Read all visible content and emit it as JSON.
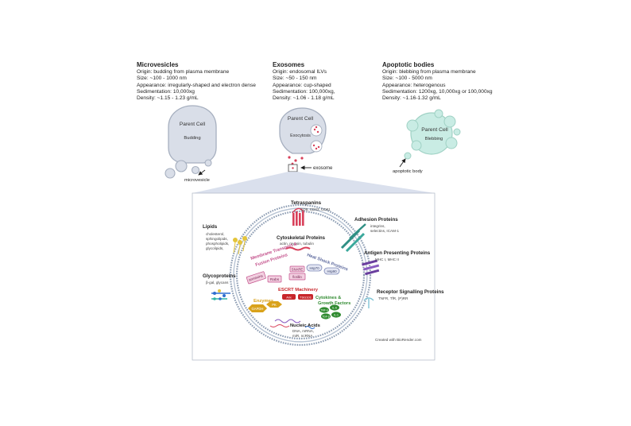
{
  "vesicle_types": [
    {
      "title": "Microvesicles",
      "lines": [
        "Origin:  budding from plasma membrane",
        "Size:  ~100 - 1000 nm",
        "Appearance: irregularly-shaped and electron dense",
        "Sedimentation:  10,000xg",
        "Density:  ~1.15 - 1.23 g/mL"
      ],
      "cell_label": "Parent Cell",
      "process_label": "Budding",
      "pointer_label": "microvesicle"
    },
    {
      "title": "Exosomes",
      "lines": [
        "Origin:  endosomal ILVs",
        "Size:  ~50 - 150 nm",
        "Appearance:  cup-shaped",
        "Sedimentation:  100,000xg,",
        "Density:  ~1.06 - 1.18 g/mL"
      ],
      "cell_label": "Parent Cell",
      "process_label": "Exocytosis",
      "pointer_label": "exosome"
    },
    {
      "title": "Apoptotic bodies",
      "lines": [
        "Origin:  blebbing from  plasma membrane",
        "Size:  ~100 - 5000 nm",
        "Appearance:  heterogenous",
        "Sedimentation:  1200xg, 10,000xg or 100,000xg",
        "Density:  ~1.16-1.32 g/mL"
      ],
      "cell_label": "Parent Cell",
      "process_label": "Blebbing",
      "pointer_label": "apoptotic body"
    }
  ],
  "exosome_detail": {
    "tetraspanins": {
      "title": "Tetraspanins",
      "desc": "CD9, CD63, CD81"
    },
    "adhesion": {
      "title": "Adhesion Proteins",
      "desc": [
        "integrins,",
        "selectins, ICAM-1"
      ]
    },
    "lipids": {
      "title": "Lipids",
      "desc": [
        "cholesterol,",
        "sphingolipids,",
        "phospholipids,",
        "glycolipids,"
      ]
    },
    "antigen": {
      "title": "Antigen Presenting Proteins",
      "desc": "MHC I, MHC II"
    },
    "glycoproteins": {
      "title": "Glycoproteins",
      "desc": "β-gal, glycans"
    },
    "receptor": {
      "title": "Receptor Signalling Proteins",
      "desc": "TNFR, TfR, (P)RR"
    },
    "cytoskeletal": {
      "title": "Cytoskeletal Proteins",
      "desc": "actin, myosin, tubulin"
    },
    "membrane_transport": {
      "title": [
        "Membrane Transport &",
        "Fusion Proteins"
      ],
      "items": [
        "annexins",
        "Rabs",
        "SNARE",
        "flotillin"
      ]
    },
    "heat_shock": {
      "title": "Heat Shock Proteins",
      "items": [
        "Hsp70",
        "Hsp90"
      ]
    },
    "escrt": {
      "title": "ESCRT Machinery",
      "items": [
        "Alix",
        "TSG101"
      ]
    },
    "enzymes": {
      "title": "Enzymes",
      "items": [
        "GAPDH",
        "PK"
      ]
    },
    "cytokines": {
      "title": [
        "Cytokines &",
        "Growth Factors"
      ],
      "items": [
        "TNF-α",
        "IL-6",
        "TGF-β",
        "IL-1"
      ]
    },
    "nucleic_acids": {
      "title": "Nucleic Acids",
      "desc": [
        "DNA, mRNA,",
        "miR, ncRNA"
      ]
    },
    "credit": "Created with BioRender.com"
  },
  "colors": {
    "cell_fill": "#d9dee8",
    "cell_stroke": "#a6afbf",
    "apoptotic_fill": "#c9ece4",
    "membrane": "#8d9db3",
    "tetraspanin": "#d8405a",
    "adhesion": "#2f8f84",
    "antigen": "#6a3e9e",
    "escrt": "#c8262b",
    "enzyme": "#d9a21b",
    "cytokine": "#2f8a2f",
    "membrane_transport": "#c34f8a",
    "heat_shock": "#7b86b5",
    "glyco": "#2f6fd0",
    "lipid": "#e4c43a"
  }
}
